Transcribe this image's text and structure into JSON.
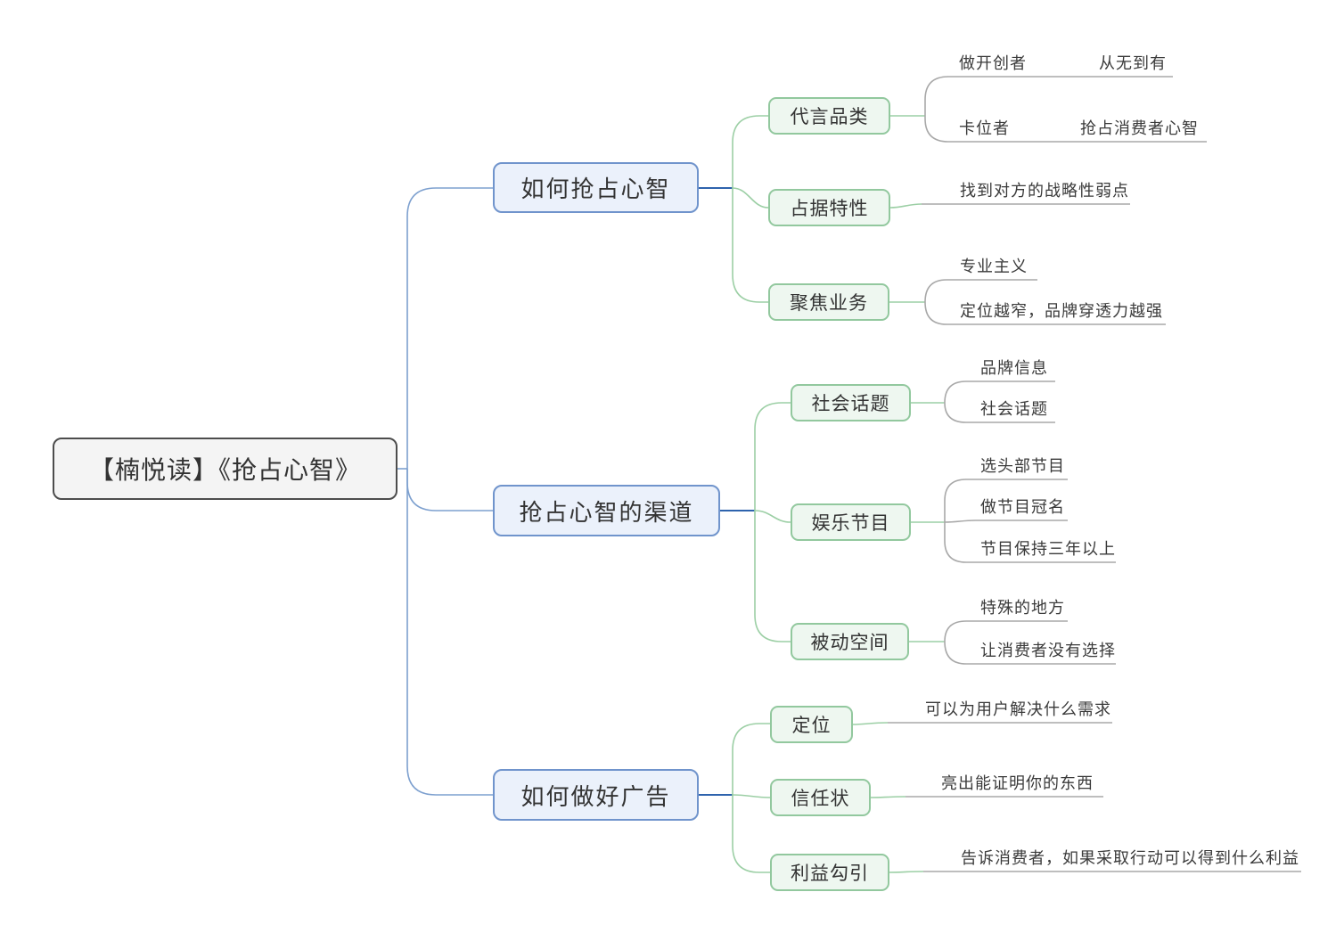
{
  "colors": {
    "root_border": "#4d4d4d",
    "root_fill": "#f4f4f4",
    "main_border": "#7094cc",
    "main_fill": "#ebf1fb",
    "topic_border": "#92c89e",
    "topic_fill": "#eef7f0",
    "root_connector": "#7da0cf",
    "branch_stub_connector": "#2e63ad",
    "topic_connector": "#9ccfa5",
    "leaf_connector": "#a8a8a8"
  },
  "map": {
    "root": {
      "label": "【楠悦读】《抢占心智》"
    },
    "branches": [
      {
        "label": "如何抢占心智",
        "topics": [
          {
            "label": "代言品类",
            "items": [
              {
                "label": "做开创者",
                "sub": "从无到有"
              },
              {
                "label": "卡位者",
                "sub": "抢占消费者心智"
              }
            ]
          },
          {
            "label": "占据特性",
            "items": [
              {
                "label": "找到对方的战略性弱点"
              }
            ]
          },
          {
            "label": "聚焦业务",
            "items": [
              {
                "label": "专业主义"
              },
              {
                "label": "定位越窄，品牌穿透力越强"
              }
            ]
          }
        ]
      },
      {
        "label": "抢占心智的渠道",
        "topics": [
          {
            "label": "社会话题",
            "items": [
              {
                "label": "品牌信息"
              },
              {
                "label": "社会话题"
              }
            ]
          },
          {
            "label": "娱乐节目",
            "items": [
              {
                "label": "选头部节目"
              },
              {
                "label": "做节目冠名"
              },
              {
                "label": "节目保持三年以上"
              }
            ]
          },
          {
            "label": "被动空间",
            "items": [
              {
                "label": "特殊的地方"
              },
              {
                "label": "让消费者没有选择"
              }
            ]
          }
        ]
      },
      {
        "label": "如何做好广告",
        "topics": [
          {
            "label": "定位",
            "items": [
              {
                "label": "可以为用户解决什么需求"
              }
            ]
          },
          {
            "label": "信任状",
            "items": [
              {
                "label": "亮出能证明你的东西"
              }
            ]
          },
          {
            "label": "利益勾引",
            "items": [
              {
                "label": "告诉消费者，如果采取行动可以得到什么利益"
              }
            ]
          }
        ]
      }
    ]
  }
}
